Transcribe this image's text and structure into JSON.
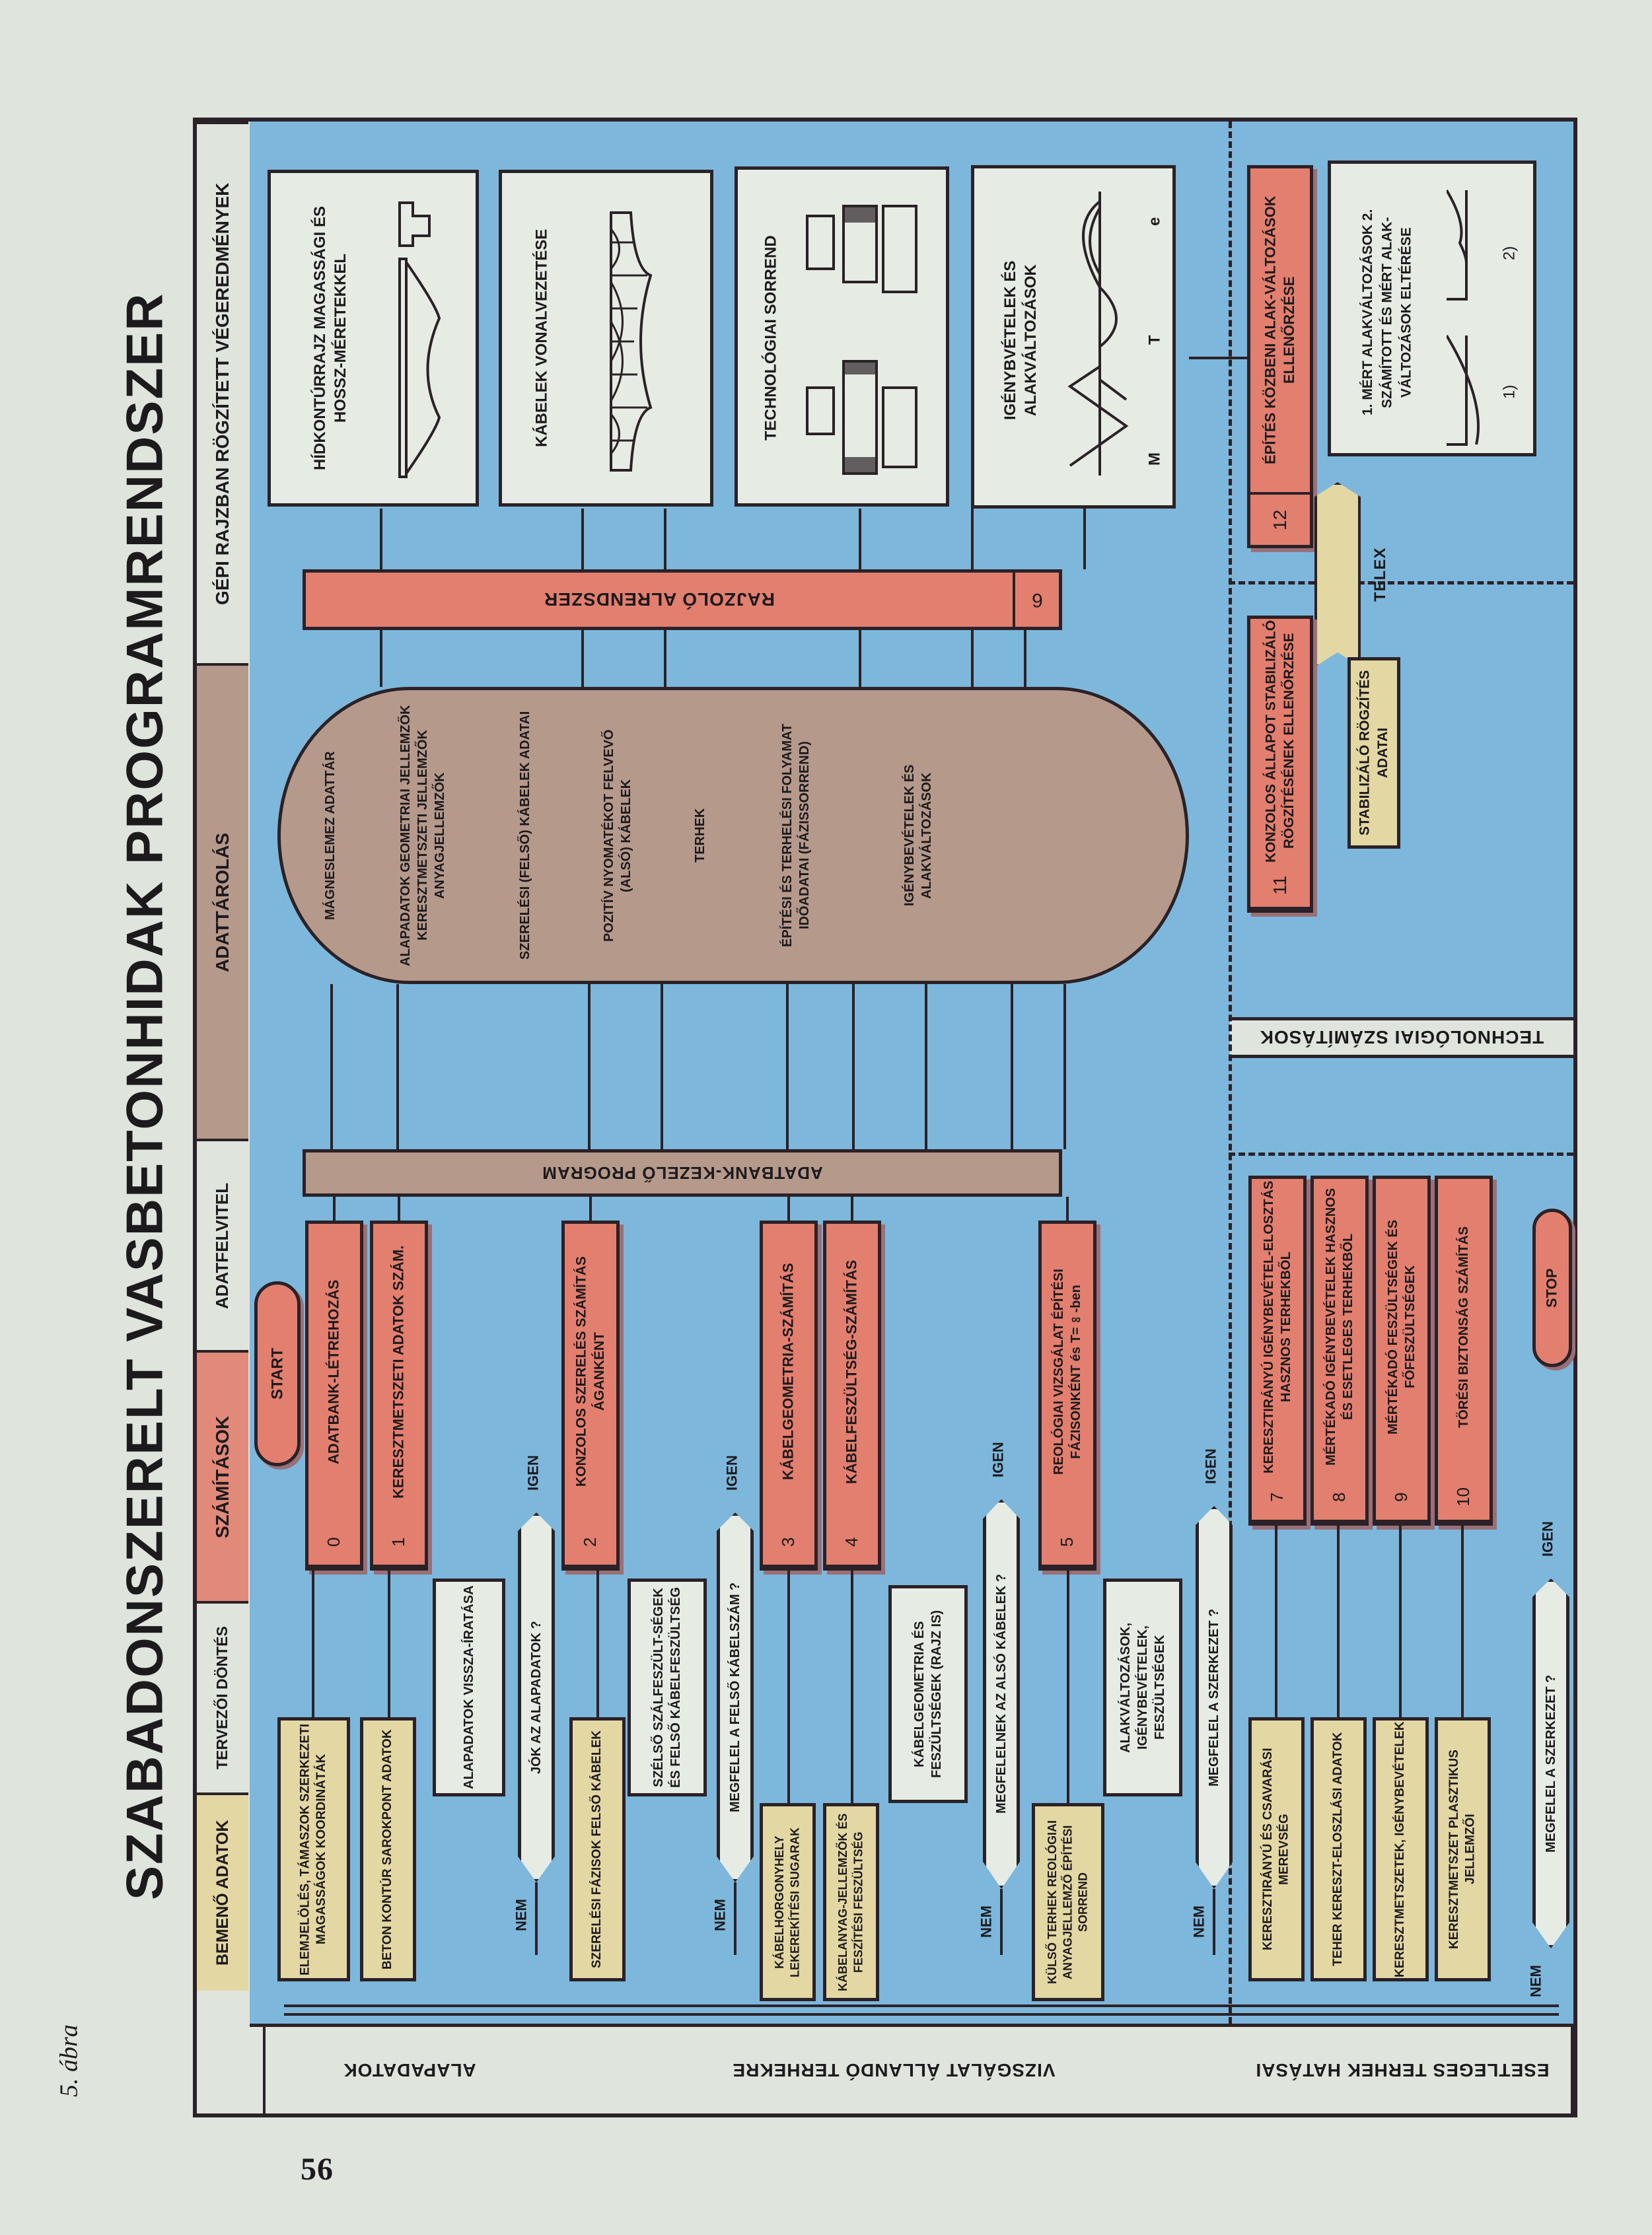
{
  "page": {
    "title": "SZABADONSZERELT VASBETONHIDAK PROGRAMRENDSZER BLOKKDIAGRAMJA",
    "figure_label": "5. ábra",
    "page_number": "56"
  },
  "header": {
    "columns": [
      {
        "label": "BEMENŐ ADATOK",
        "color": "#e3d7a4"
      },
      {
        "label": "TERVEZŐI DÖNTÉS",
        "color": "#dfe5dc"
      },
      {
        "label": "SZÁMÍTÁSOK",
        "color": "#e28a7a"
      },
      {
        "label": "ADATFELVITEL",
        "color": "#dfe5dc"
      },
      {
        "label": "ADATTÁROLÁS",
        "color": "#b59a8c"
      },
      {
        "label": "GÉPI RAJZBAN RÖGZÍTETT VÉGEREDMÉNYEK",
        "color": "#dfe5dc"
      }
    ]
  },
  "sections": [
    {
      "label": "ALAPADATOK"
    },
    {
      "label": "VIZSGÁLAT ÁLLANDÓ TERHEKRE"
    },
    {
      "label": "ESETLEGES TERHEK HATÁSAI"
    },
    {
      "label": "TECHNOLÓGIAI SZÁMÍTÁSOK"
    }
  ],
  "inputs": [
    {
      "text": "ELEMJELÖLÉS, TÁMASZOK SZERKEZETI MAGASSÁGOK KOORDINÁTÁK"
    },
    {
      "text": "BETON KONTÚR SAROKPONT ADATOK"
    },
    {
      "text": "SZERELÉSI FÁZISOK FELSŐ KÁBELEK"
    },
    {
      "text": "KÁBELHORGONYHELY LEKEREKÍTÉSI SUGARAK"
    },
    {
      "text": "KÁBELANYAG-JELLEMZŐK ÉS FESZÍTÉSI FESZÜLTSÉG"
    },
    {
      "text": "KÜLSŐ TERHEK REOLÓGIAI ANYAGJELLEMZŐ ÉPÍTÉSI SORREND"
    },
    {
      "text": "KERESZTIRÁNYÚ ÉS CSAVARÁSI MEREVSÉG"
    },
    {
      "text": "TEHER KERESZT-ELOSZLÁSI ADATOK"
    },
    {
      "text": "KERESZTMETSZETEK, IGÉNYBEVÉTELEK"
    },
    {
      "text": "KERESZTMETSZET PLASZTIKUS JELLEMZŐI"
    },
    {
      "text": "STABILIZÁLÓ RÖGZÍTÉS ADATAI"
    }
  ],
  "computations": [
    {
      "num": "0",
      "text": "ADATBANK-LÉTREHOZÁS"
    },
    {
      "num": "1",
      "text": "KERESZTMETSZETI ADATOK SZÁM."
    },
    {
      "num": "2",
      "text": "KONZOLOS SZERELÉS SZÁMÍTÁS ÁGANKÉNT"
    },
    {
      "num": "3",
      "text": "KÁBELGEOMETRIA-SZÁMÍTÁS"
    },
    {
      "num": "4",
      "text": "KÁBELFESZÜLTSÉG-SZÁMÍTÁS"
    },
    {
      "num": "5",
      "text": "REOLÓGIAI VIZSGÁLAT ÉPÍTÉSI FÁZISONKÉNT és T=∞-ben"
    },
    {
      "num": "7",
      "text": "KERESZTIRÁNYÚ IGÉNYBEVÉTEL-ELOSZTÁS HASZNOS TERHEKBŐL"
    },
    {
      "num": "8",
      "text": "MÉRTÉKADÓ IGÉNYBEVÉTELEK HASZNOS ÉS ESETLEGES TERHEKBŐL"
    },
    {
      "num": "9",
      "text": "MÉRTÉKADÓ FESZÜLTSÉGEK ÉS FŐFESZÜLTSÉGEK"
    },
    {
      "num": "10",
      "text": "TÖRÉSI BIZTONSÁG SZÁMÍTÁS"
    },
    {
      "num": "11",
      "text": "KONZOLOS ÁLLAPOT STABILIZÁLÓ RÖGZÍTÉSÉNEK ELLENŐRZÉSE"
    },
    {
      "num": "12",
      "text": "ÉPÍTÉS KÖZBENI ALAK-VÁLTOZÁSOK ELLENŐRZÉSE"
    }
  ],
  "outputs": [
    {
      "text": "ALAPADATOK VISSZA-ÍRATÁSA"
    },
    {
      "text": "SZÉLSŐ SZÁLFESZÜLT-SÉGEK ÉS FELSŐ KÁBELFESZÜLTSÉG"
    },
    {
      "text": "KÁBELGEOMETRIA ÉS FESZÜLTSÉGEK (RAJZ IS)"
    },
    {
      "text": "ALAKVÁLTOZÁSOK, IGÉNYBEVÉTELEK, FESZÜLTSÉGEK"
    }
  ],
  "decisions": [
    {
      "text": "JÓK AZ ALAPADATOK ?",
      "yes": "IGEN",
      "no": "NEM"
    },
    {
      "text": "MEGFELEL A FELSŐ KÁBELSZÁM ?",
      "yes": "IGEN",
      "no": "NEM"
    },
    {
      "text": "MEGFELELNEK AZ ALSÓ KÁBELEK ?",
      "yes": "IGEN",
      "no": "NEM"
    },
    {
      "text": "MEGFELEL A SZERKEZET ?",
      "yes": "IGEN",
      "no": "NEM"
    },
    {
      "text": "MEGFELEL A SZERKEZET ?",
      "yes": "IGEN",
      "no": "NEM"
    }
  ],
  "terminals": {
    "start": "START",
    "stop": "STOP"
  },
  "bars": {
    "db_program": "ADATBANK-KEZELŐ PROGRAM",
    "drawing": {
      "num": "6",
      "text": "RAJZOLÓ ALRENDSZER"
    }
  },
  "database": {
    "segments": [
      "MÁGNESLEMEZ ADATTÁR",
      "ALAPADATOK GEOMETRIAI JELLEMZŐK KERESZTMETSZETI JELLEMZŐK ANYAGJELLEMZŐK",
      "SZERELÉSI (FELSŐ) KÁBELEK ADATAI",
      "POZITÍV NYOMATÉKOT FELVEVŐ (ALSÓ) KÁBELEK",
      "TERHEK",
      "ÉPÍTÉSI ÉS TERHELÉSI FOLYAMAT IDŐADATAI (FÁZISSORREND)",
      "IGÉNYBEVÉTELEK ÉS ALAKVÁLTOZÁSOK"
    ]
  },
  "results": [
    {
      "text": "HÍDKONTÚRRAJZ MAGASSÁGI ÉS HOSSZ-MÉRETEKKEL"
    },
    {
      "text": "KÁBELEK VONALVEZETÉSE"
    },
    {
      "text": "TECHNOLÓGIAI SORREND"
    },
    {
      "text": "IGÉNYBVÉTELEK ÉS ALAKVÁLTOZÁSOK",
      "axis_labels": [
        "M",
        "T",
        "e"
      ]
    },
    {
      "text": "1. MÉRT ALAKVÁLTOZÁSOK 2. SZÁMÍTOTT ÉS MÉRT ALAK-VÁLTOZÁSOK ELTÉRÉSE",
      "marks": [
        "1)",
        "2)"
      ]
    }
  ],
  "telex": "TELEX",
  "colors": {
    "background_blue": "#7db8dc",
    "computation_red": "#e27f6f",
    "input_yellow": "#e3d7a4",
    "storage_tan": "#b59a8c",
    "paper": "#dfe5dc"
  }
}
